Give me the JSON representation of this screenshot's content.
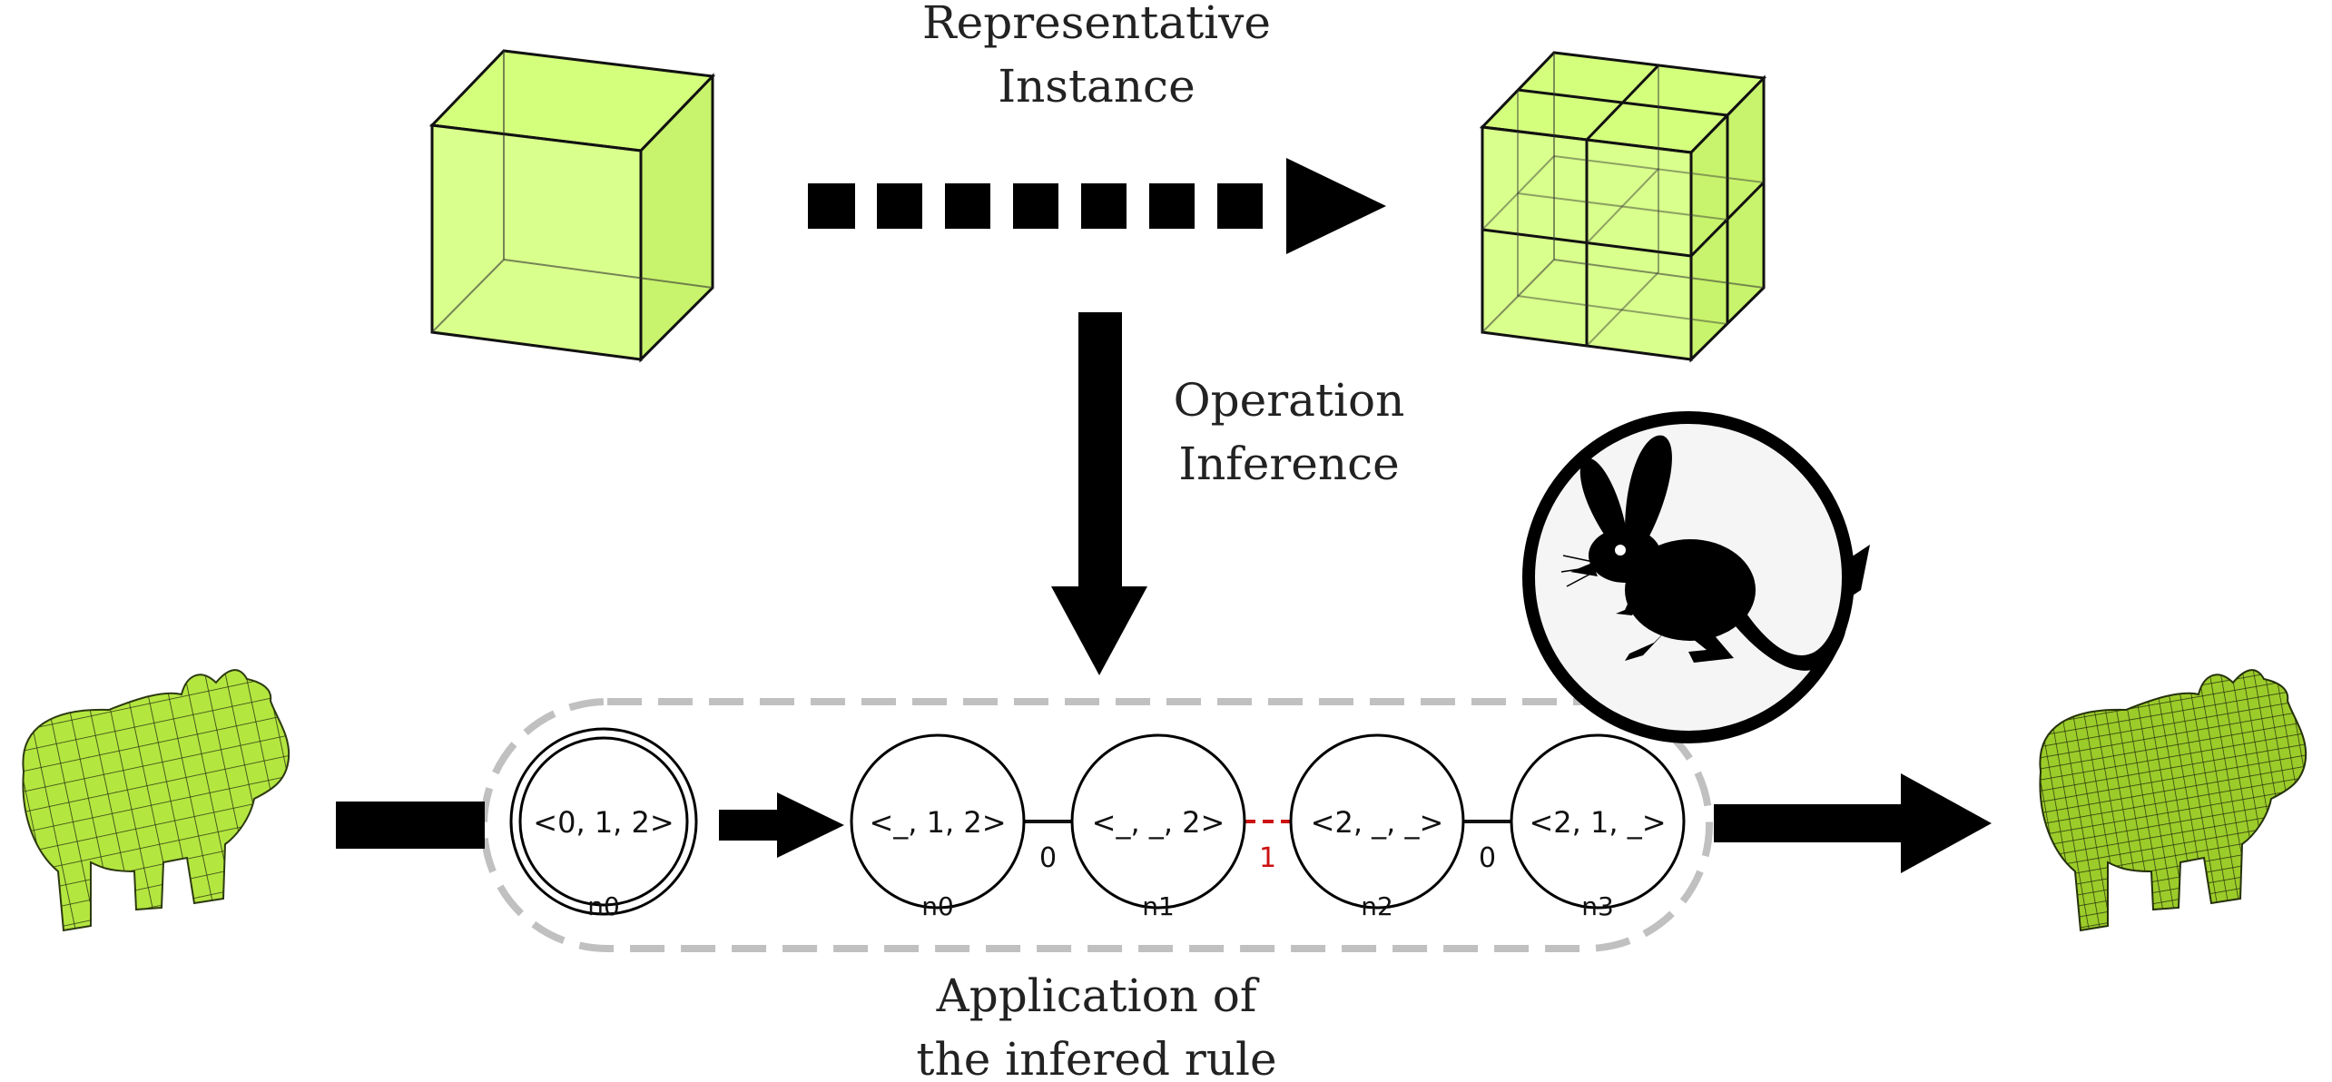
{
  "labels": {
    "representative_line1": "Representative",
    "representative_line2": "Instance",
    "operation_line1": "Operation",
    "operation_line2": "Inference",
    "application_line1": "Application of",
    "application_line2": "the infered rule"
  },
  "rule_nodes": {
    "start": {
      "text": "<0, 1, 2>",
      "id": "n0"
    },
    "chain": [
      {
        "text": "<_, 1, 2>",
        "id": "n0"
      },
      {
        "text": "<_, _, 2>",
        "id": "n1"
      },
      {
        "text": "<2, _, _>",
        "id": "n2"
      },
      {
        "text": "<2, 1, _>",
        "id": "n3"
      }
    ],
    "links": [
      {
        "label": "0",
        "style": "solid",
        "color": "#111111"
      },
      {
        "label": "1",
        "style": "dashed",
        "color": "#cc1111"
      },
      {
        "label": "0",
        "style": "solid",
        "color": "#111111"
      }
    ]
  },
  "colors": {
    "cube_fill": "#ccff66",
    "mesh_fill": "#b4e640",
    "mesh_fill_refined": "#9ccc2a",
    "outline_dashed": "#c0c0c0",
    "arrow": "#000000",
    "badge_bg": "#f5f5f5"
  },
  "icons": {
    "badge": "jerboa-silhouette-icon",
    "input_mesh": "cow-mesh-icon",
    "output_mesh": "cow-mesh-refined-icon"
  }
}
